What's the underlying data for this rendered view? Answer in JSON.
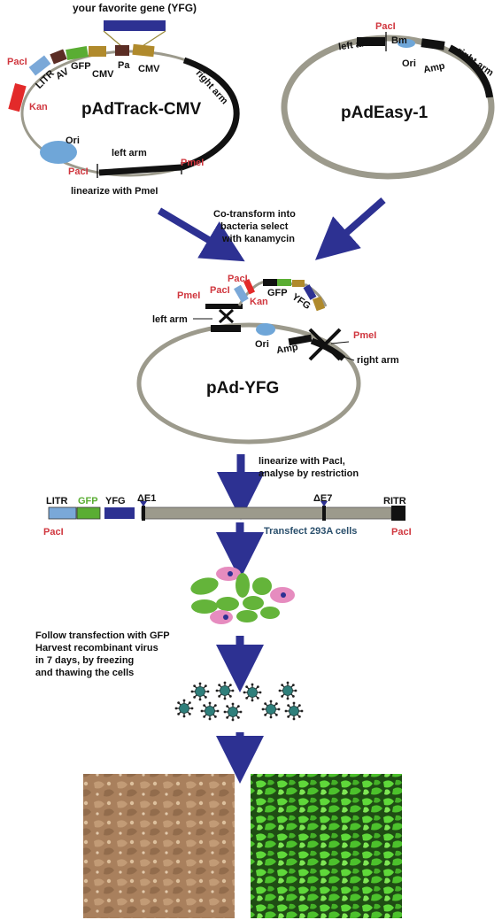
{
  "colors": {
    "accent_red": "#d0373f",
    "arrow_blue": "#2d3192",
    "backbone_gray": "#9c9a8c",
    "gfp_green": "#5aad33",
    "litr_blue": "#7aa8d8",
    "yfg_navy": "#2d3192",
    "kan_red": "#e32a2a",
    "cell_green": "#64b43a",
    "cell_pink": "#e68cbf",
    "virus_teal": "#2f7f7b"
  },
  "plasmid1": {
    "gene_title": "your favorite gene (YFG)",
    "name": "pAdTrack-CMV",
    "labels": {
      "pacl_top": "PacI",
      "kan": "Kan",
      "litr": "LITR",
      "av": "AV",
      "gfp": "GFP",
      "cmv1": "CMV",
      "pa": "Pa",
      "cmv2": "CMV",
      "right_arm": "right arm",
      "ori": "Ori",
      "left_arm": "left arm",
      "pacl_bottom": "PacI",
      "pmel": "PmeI"
    },
    "caption": "linearize with PmeI"
  },
  "plasmid2": {
    "name": "pAdEasy-1",
    "labels": {
      "pacl": "PacI",
      "left_arm": "left arm",
      "bm": "Bm",
      "ori": "Ori",
      "amp": "Amp",
      "right_arm": "right arm"
    }
  },
  "step_cotransform": {
    "line1": "Co-transform into",
    "line2": "bacteria select",
    "line3": "with kanamycin"
  },
  "recombinant": {
    "name": "pAd-YFG",
    "labels": {
      "pacl": "PacI",
      "pmel_left": "PmeI",
      "pacl2": "PacI",
      "gfp": "GFP",
      "kan": "Kan",
      "yfg": "YFG",
      "left_arm": "left arm",
      "ori": "Ori",
      "amp": "Amp",
      "pmel_right": "PmeI",
      "right_arm": "right arm"
    }
  },
  "step_linearize": {
    "line1": "linearize with PacI,",
    "line2": "analyse by restriction"
  },
  "linear_map": {
    "litr": "LITR",
    "gfp": "GFP",
    "yfg": "YFG",
    "de1": "ΔE1",
    "de7": "ΔE7",
    "ritr": "RITR",
    "pacl_left": "PacI",
    "pacl_right": "PacI"
  },
  "step_transfect": {
    "text": "Transfect 293A  cells"
  },
  "step_harvest": {
    "line1": "Follow transfection with GFP",
    "line2": "Harvest recombinant virus",
    "line3": "in 7 days, by freezing",
    "line4": "and thawing the cells"
  }
}
